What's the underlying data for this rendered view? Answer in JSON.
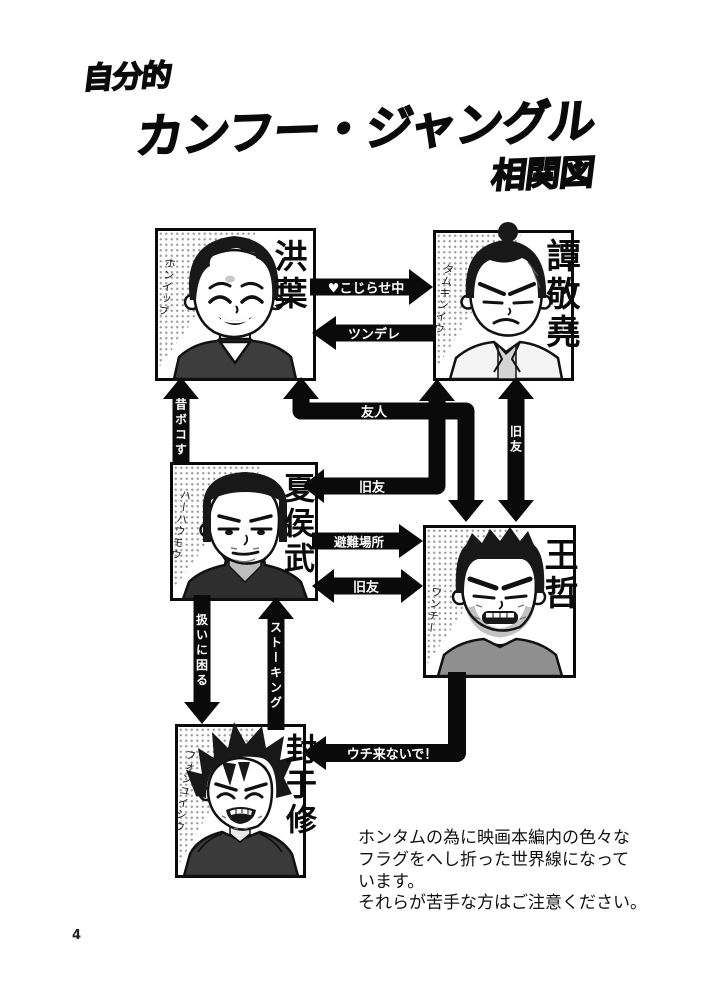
{
  "page": {
    "title_line1": "自分的",
    "title_line2": "カンフー・ジャングル",
    "title_line3": "相関図",
    "page_number": "4",
    "note_lines": [
      "ホンタムの為に映画本編内の色々な",
      "フラグをへし折った世界線になって",
      "います。",
      "それらが苦手な方はご注意ください。"
    ]
  },
  "characters": {
    "hong_yip": {
      "name": "洪葉",
      "reading": "ホンイップ"
    },
    "tam_king_yiu": {
      "name": "譚敬堯",
      "reading": "タムキンイウ"
    },
    "hahou_mou": {
      "name": "夏侯武",
      "reading": "ハーハウモウ"
    },
    "wong_chi": {
      "name": "王哲",
      "reading": "ワンチー"
    },
    "fung_yu_sau": {
      "name": "封于修",
      "reading": "フォンユイシウ"
    }
  },
  "edges": [
    {
      "label": "♥こじらせ中",
      "from": "hong_yip",
      "to": "tam_king_yiu",
      "bidirectional": false
    },
    {
      "label": "ツンデレ",
      "from": "tam_king_yiu",
      "to": "hong_yip",
      "bidirectional": false
    },
    {
      "label": "昔ボコす",
      "from": "hahou_mou",
      "to": "hong_yip",
      "bidirectional": false
    },
    {
      "label": "友人",
      "from": "wong_chi",
      "to": "hong_yip",
      "bidirectional": true
    },
    {
      "label": "旧友",
      "from": "hahou_mou",
      "to": "tam_king_yiu",
      "bidirectional": true
    },
    {
      "label": "旧友",
      "from": "tam_king_yiu",
      "to": "wong_chi",
      "bidirectional": true
    },
    {
      "label": "避難場所",
      "from": "hahou_mou",
      "to": "wong_chi",
      "bidirectional": false
    },
    {
      "label": "旧友",
      "from": "hahou_mou",
      "to": "wong_chi",
      "bidirectional": true
    },
    {
      "label": "扱いに困る",
      "from": "hahou_mou",
      "to": "fung_yu_sau",
      "bidirectional": false
    },
    {
      "label": "ストーキング",
      "from": "fung_yu_sau",
      "to": "hahou_mou",
      "bidirectional": false
    },
    {
      "label": "ウチ来ないで！",
      "from": "wong_chi",
      "to": "fung_yu_sau",
      "bidirectional": false
    }
  ],
  "colors": {
    "ink": "#0a0a0a",
    "paper": "#ffffff",
    "label_text": "#ffffff"
  }
}
